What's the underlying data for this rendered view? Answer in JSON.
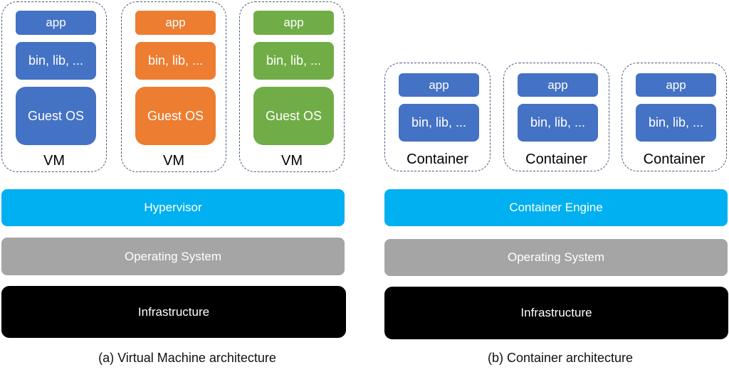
{
  "colors": {
    "blue": "#4472C4",
    "orange": "#ED7D31",
    "green": "#70AD47",
    "cyan": "#00B0F0",
    "gray": "#A5A5A5",
    "black": "#000000",
    "dashed_border": "#4A5A78"
  },
  "vm_panel": {
    "caption": "(a) Virtual Machine architecture",
    "units": [
      {
        "label": "VM",
        "color": "#4472C4",
        "app": "app",
        "libs": "bin, lib, ...",
        "os": "Guest OS"
      },
      {
        "label": "VM",
        "color": "#ED7D31",
        "app": "app",
        "libs": "bin, lib, ...",
        "os": "Guest OS"
      },
      {
        "label": "VM",
        "color": "#70AD47",
        "app": "app",
        "libs": "bin, lib, ...",
        "os": "Guest OS"
      }
    ],
    "layers": [
      {
        "text": "Hypervisor",
        "color": "#00B0F0"
      },
      {
        "text": "Operating System",
        "color": "#A5A5A5"
      },
      {
        "text": "Infrastructure",
        "color": "#000000"
      }
    ]
  },
  "container_panel": {
    "caption": "(b) Container architecture",
    "units": [
      {
        "label": "Container",
        "color": "#4472C4",
        "app": "app",
        "libs": "bin, lib, ..."
      },
      {
        "label": "Container",
        "color": "#4472C4",
        "app": "app",
        "libs": "bin, lib, ..."
      },
      {
        "label": "Container",
        "color": "#4472C4",
        "app": "app",
        "libs": "bin, lib, ..."
      }
    ],
    "layers": [
      {
        "text": "Container Engine",
        "color": "#00B0F0"
      },
      {
        "text": "Operating System",
        "color": "#A5A5A5"
      },
      {
        "text": "Infrastructure",
        "color": "#000000"
      }
    ]
  }
}
